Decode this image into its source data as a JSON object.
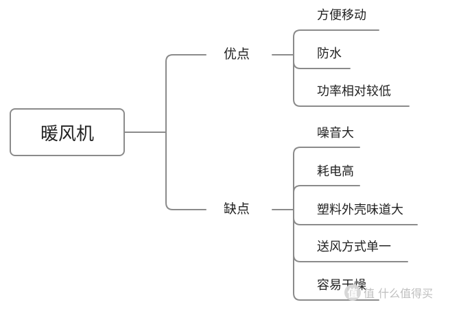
{
  "root": {
    "label": "暖风机"
  },
  "branches": [
    {
      "label": "优点",
      "leaves": [
        "方便移动",
        "防水",
        "功率相对较低"
      ]
    },
    {
      "label": "缺点",
      "leaves": [
        "噪音大",
        "耗电高",
        "塑料外壳味道大",
        "送风方式单一",
        "容易干燥"
      ]
    }
  ],
  "watermark": {
    "text": "值 什么值得买",
    "badge": "值"
  },
  "colors": {
    "line": "#8a8a8a",
    "text": "#222222",
    "background": "#ffffff"
  }
}
